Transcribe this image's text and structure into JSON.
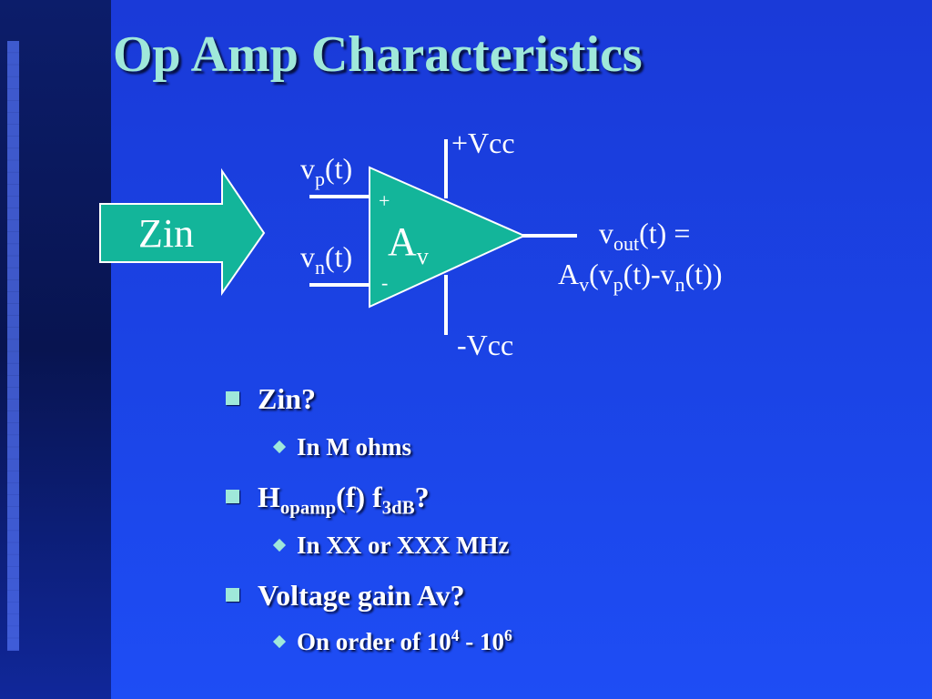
{
  "slide": {
    "title": "Op Amp Characteristics"
  },
  "diagram": {
    "arrow_label": "Zin",
    "vp_label": "v",
    "vp_sub": "p",
    "vp_suffix": "(t)",
    "vn_label": "v",
    "vn_sub": "n",
    "vn_suffix": "(t)",
    "plus_sign": "+",
    "minus_sign": "-",
    "gain_label": "A",
    "gain_sub": "v",
    "vcc_pos": "+Vcc",
    "vcc_neg": "-Vcc",
    "output_line1": {
      "v": "v",
      "sub": "out",
      "suffix": "(t) ="
    },
    "output_line2": {
      "a": "A",
      "a_sub": "v",
      "p1": "(v",
      "p_sub": "p",
      "p2": "(t)-v",
      "n_sub": "n",
      "p3": "(t))"
    },
    "colors": {
      "teal": "#13b59a",
      "outline": "#ffffff"
    }
  },
  "bullets": [
    {
      "text": "Zin?"
    },
    {
      "sub_text": "In M ohms"
    },
    {
      "pre": "H",
      "sub1": "opamp",
      "mid": "(f) f",
      "sub2": "3dB",
      "post": "?"
    },
    {
      "sub_text": "In XX or XXX MHz"
    },
    {
      "text": "Voltage gain Av?"
    },
    {
      "pre": "On order of 10",
      "sup1": "4",
      "mid": " - 10",
      "sup2": "6"
    }
  ]
}
